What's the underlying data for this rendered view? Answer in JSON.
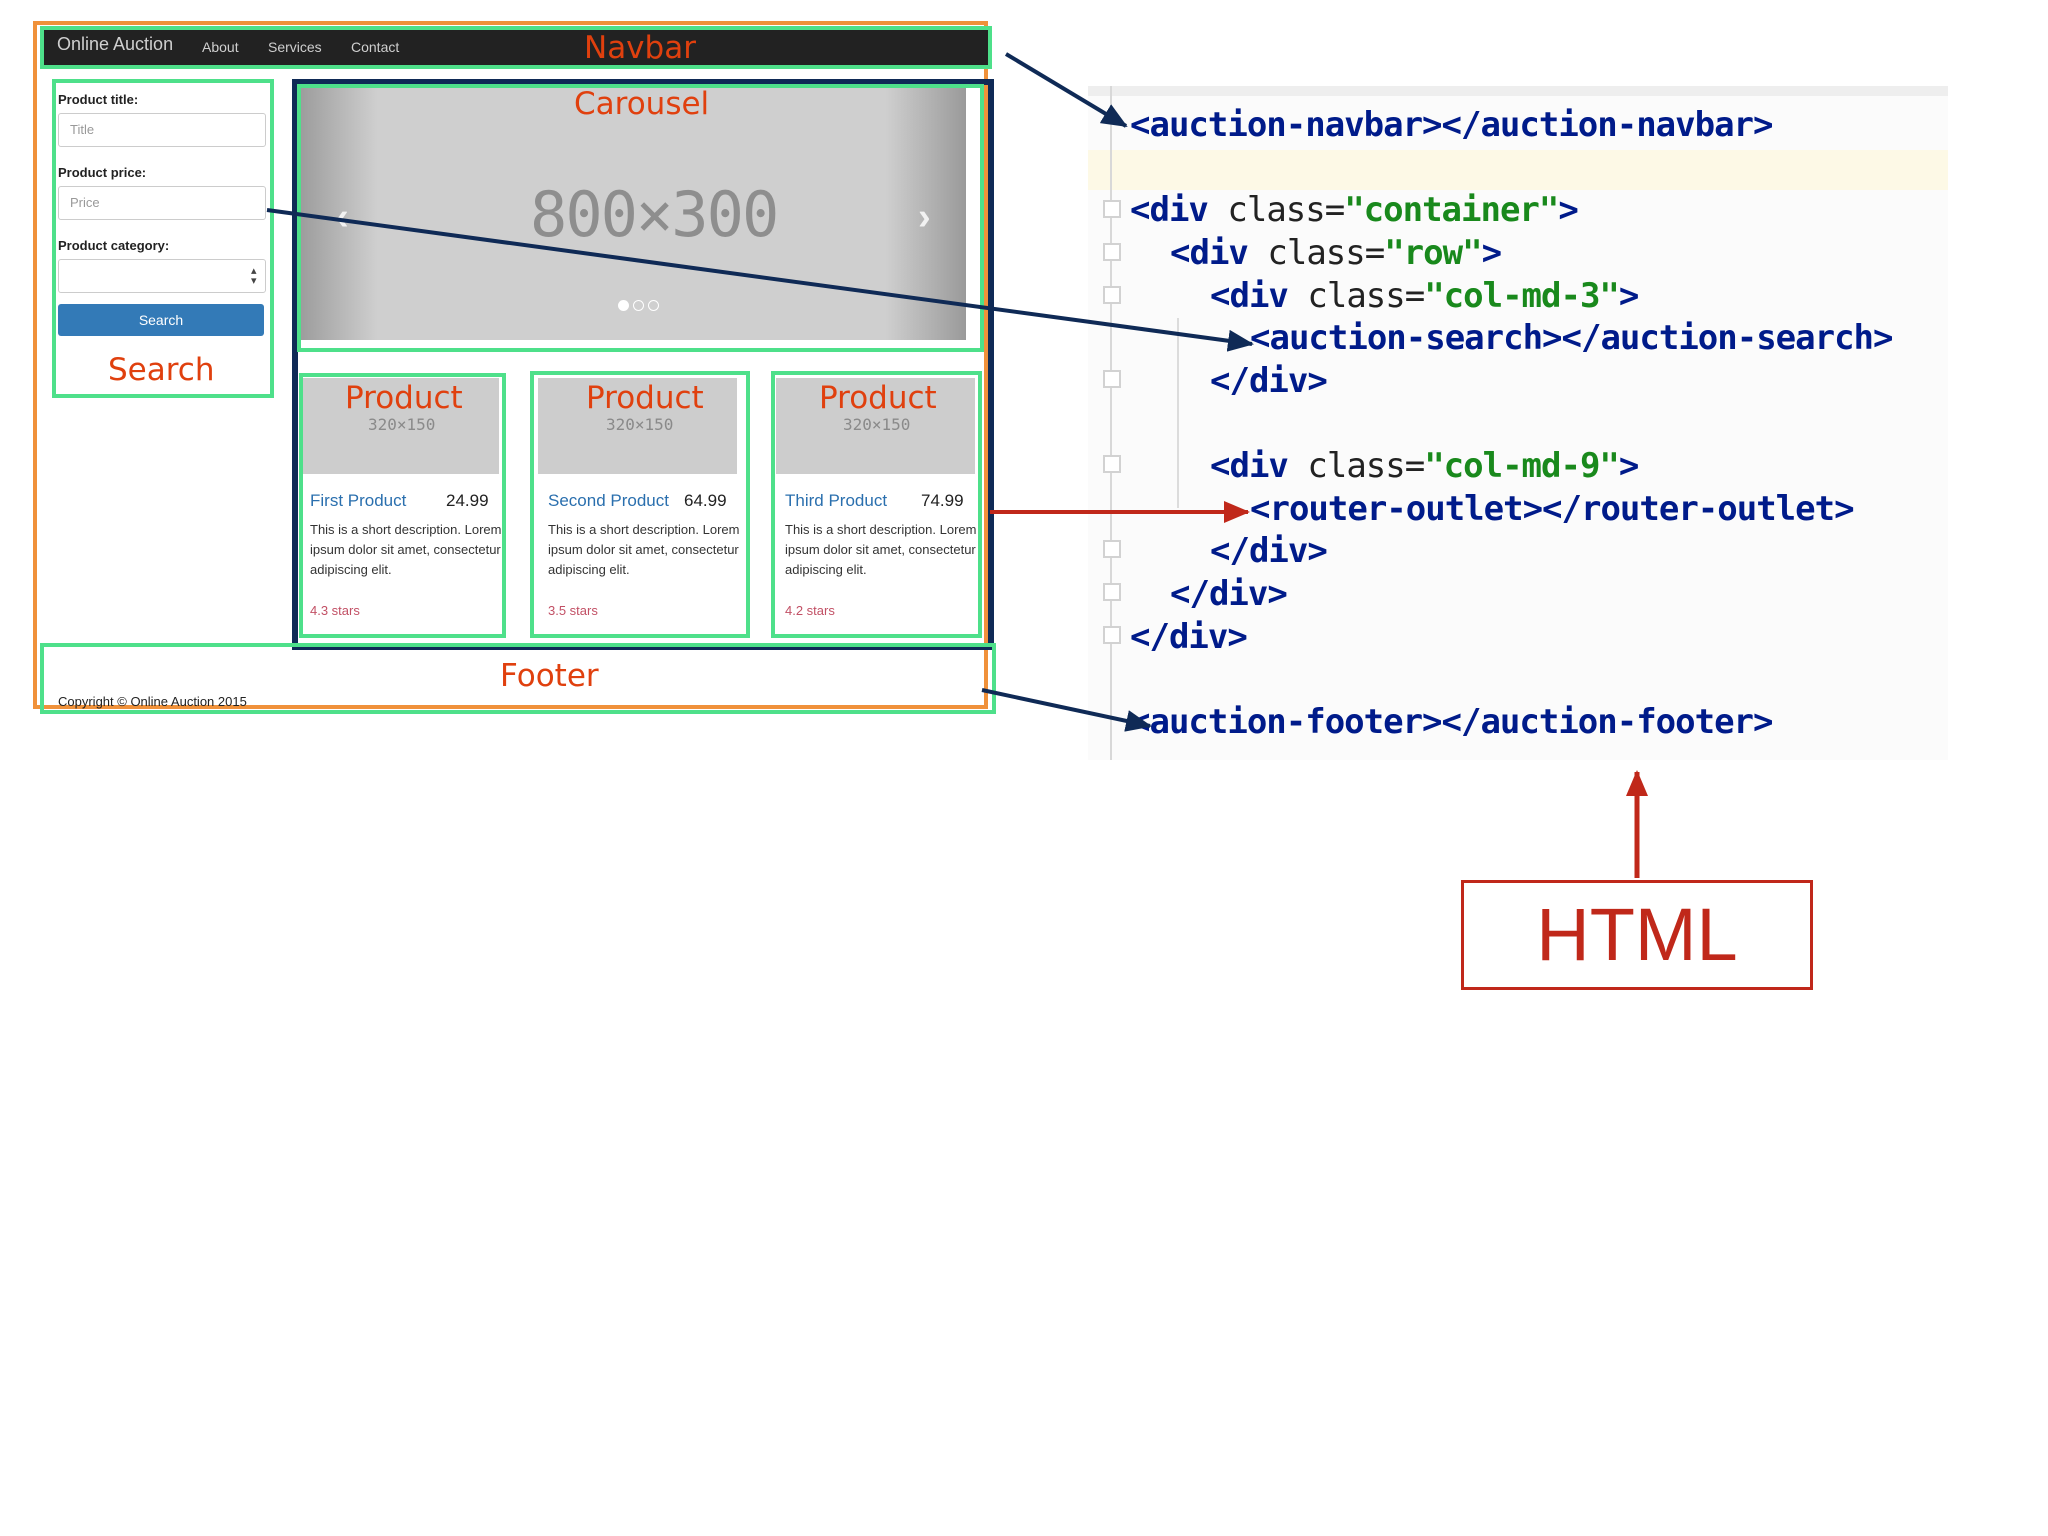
{
  "navbar": {
    "brand": "Online Auction",
    "links": [
      "About",
      "Services",
      "Contact"
    ]
  },
  "annotations": {
    "navbar": "Navbar",
    "carousel": "Carousel",
    "search": "Search",
    "product": "Product",
    "footer": "Footer",
    "html": "HTML"
  },
  "search_form": {
    "title_label": "Product title:",
    "title_placeholder": "Title",
    "price_label": "Product price:",
    "price_placeholder": "Price",
    "category_label": "Product category:",
    "button": "Search"
  },
  "carousel": {
    "image_label": "800×300",
    "prev_icon": "chevron-left-icon",
    "next_icon": "chevron-right-icon",
    "indicators": 3
  },
  "products": [
    {
      "thumb": "320×150",
      "name": "First Product",
      "price": "24.99",
      "description": "This is a short description. Lorem ipsum dolor sit amet, consectetur adipiscing elit.",
      "stars": "4.3 stars"
    },
    {
      "thumb": "320×150",
      "name": "Second Product",
      "price": "64.99",
      "description": "This is a short description. Lorem ipsum dolor sit amet, consectetur adipiscing elit.",
      "stars": "3.5 stars"
    },
    {
      "thumb": "320×150",
      "name": "Third Product",
      "price": "74.99",
      "description": "This is a short description. Lorem ipsum dolor sit amet, consectetur adipiscing elit.",
      "stars": "4.2 stars"
    }
  ],
  "footer": {
    "copyright": "Copyright © Online Auction 2015"
  },
  "code_lines": [
    "<auction-navbar></auction-navbar>",
    "<div class=\"container\">",
    "<div class=\"row\">",
    "<div class=\"col-md-3\">",
    "<auction-search></auction-search>",
    "</div>",
    "<div class=\"col-md-9\">",
    "<router-outlet></router-outlet>",
    "</div>",
    "</div>",
    "</div>",
    "<auction-footer></auction-footer>"
  ],
  "colors": {
    "annotation": "#e0400e",
    "green_box": "#4ee08a",
    "navy": "#0f2a56",
    "orange_border": "#f0913a",
    "html_red": "#c0281a"
  }
}
